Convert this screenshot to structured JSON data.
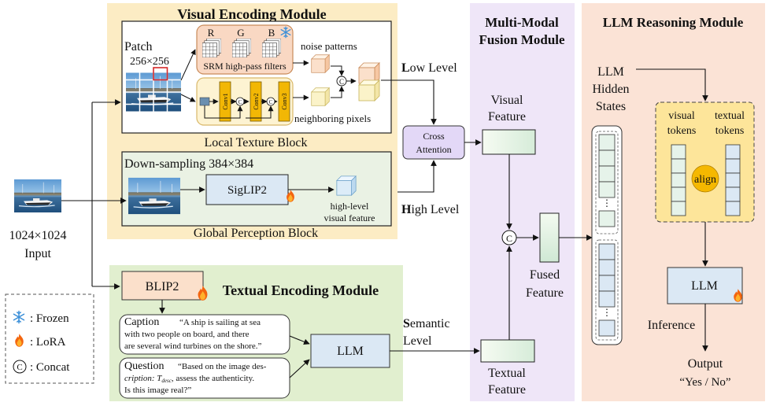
{
  "modules": {
    "visual": "Visual Encoding Module",
    "fusion_line1": "Multi-Modal",
    "fusion_line2": "Fusion Module",
    "llm": "LLM Reasoning Module",
    "textual": "Textual Encoding Module"
  },
  "local_block": {
    "label": "Local Texture Block",
    "patch": "Patch",
    "patch_size": "256×256",
    "rgb": [
      "R",
      "G",
      "B"
    ],
    "srm": "SRM high-pass filters",
    "noise": "noise patterns",
    "neighbor": "neighboring pixels",
    "convs": [
      "Conv1",
      "Conv2",
      "Conv3"
    ]
  },
  "global_block": {
    "label": "Global Perception Block",
    "downsample": "Down-sampling 384×384",
    "siglip": "SigLIP2",
    "feat_line1": "high-level",
    "feat_line2": "visual feature"
  },
  "input": {
    "size": "1024×1024",
    "label": "Input"
  },
  "levels": {
    "low_b": "L",
    "low": "ow Level",
    "high_b": "H",
    "high": "igh Level",
    "sem_b": "S",
    "sem": "emantic",
    "sem2": "Level"
  },
  "cross_attention": [
    "Cross",
    "Attention"
  ],
  "fusion": {
    "visual_feature": [
      "Visual",
      "Feature"
    ],
    "textual_feature": [
      "Textual",
      "Feature"
    ],
    "fused_feature": [
      "Fused",
      "Feature"
    ]
  },
  "concat_symbol": "C",
  "textual": {
    "blip": "BLIP2",
    "caption_label": "Caption",
    "caption_lines": [
      "“A ship is sailing at sea",
      "with two people on board, and there",
      "are several wind turbines on the shore.”"
    ],
    "question_label": "Question",
    "question_lines": [
      "“Based on the image des-",
      "cription: T",
      "desc",
      ", assess the authenticity.",
      "Is this image real?”"
    ],
    "llm": "LLM"
  },
  "legend": {
    "frozen": ": Frozen",
    "lora": ": LoRA",
    "concat": ": Concat"
  },
  "reasoning": {
    "hidden": [
      "LLM",
      "Hidden",
      "States"
    ],
    "visual_tokens": [
      "visual",
      "tokens"
    ],
    "textual_tokens": [
      "textual",
      "tokens"
    ],
    "align": "align",
    "llm": "LLM",
    "inference": "Inference",
    "output": "Output",
    "answer": "“Yes / No”"
  },
  "colors": {
    "visual_bg": "#fcecc4",
    "fusion_bg": "#efe6f8",
    "llm_bg": "#fbe3d6",
    "textual_bg": "#e1efcf",
    "global_bg": "#eaf2e4",
    "blue_box": "#dbe8f4",
    "conv": "#f2b705",
    "tokens_bg": "#fde59a",
    "align": "#f5b800"
  }
}
